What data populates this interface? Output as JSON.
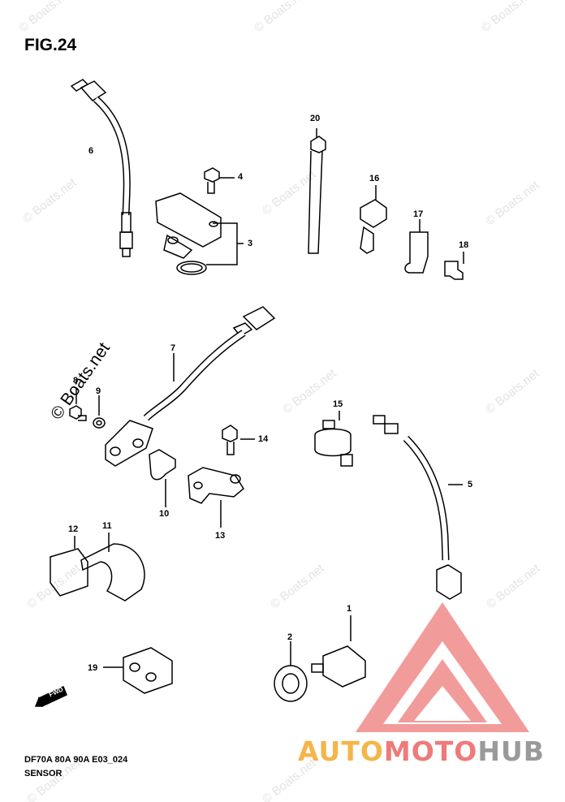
{
  "figure": {
    "title": "FIG.24"
  },
  "callouts": [
    "1",
    "2",
    "3",
    "4",
    "5",
    "6",
    "7",
    "8",
    "9",
    "10",
    "11",
    "12",
    "13",
    "14",
    "15",
    "16",
    "17",
    "18",
    "19",
    "20"
  ],
  "footer": {
    "code": "DF70A 80A 90A E03_024",
    "name": "SENSOR"
  },
  "arrow_label": "FWD",
  "watermark": {
    "text": "© Boats.net"
  },
  "logo": {
    "part1": "AUTO",
    "part2": "MOTO",
    "part3": "HUB"
  },
  "colors": {
    "line": "#000000",
    "logo_red": "#ee7a7a",
    "logo_orange": "#f5b54a",
    "logo_grey": "#9a9a9a"
  }
}
